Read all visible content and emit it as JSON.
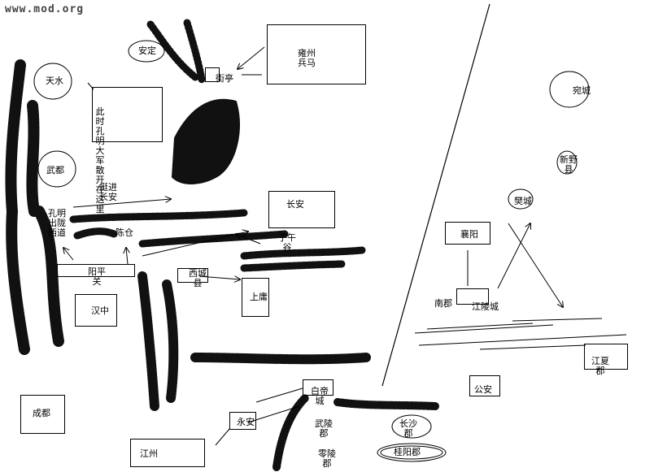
{
  "watermark": "www.mod.org",
  "colors": {
    "ink": "#000000",
    "terrain": "#111111",
    "background": "#ffffff"
  },
  "places": {
    "anding": "安定",
    "tianshui": "天水",
    "wudu": "武都",
    "jieting": "街亭",
    "yongzhou_troops": "雍州兵马",
    "army_scattered_note": "此时孔明大军散开在这里",
    "advance_changan": "挺进长安",
    "kongming_west": "孔明出陇西道",
    "chencang": "陈仓",
    "changan": "长安",
    "ziwu_valley": "子午谷",
    "yangpingguan": "阳平关",
    "xicheng": "西城县",
    "shangyong": "上庸",
    "hanzhong": "汉中",
    "chengdu": "成都",
    "jiangzhou": "江州",
    "yongan": "永安",
    "baidicheng": "白帝城",
    "wuling": "武陵郡",
    "lingling": "零陵郡",
    "changsha": "长沙郡",
    "guiyang": "桂阳郡",
    "gongan": "公安",
    "jiangxia": "江夏郡",
    "nanjun": "南郡",
    "jiangling": "江陵城",
    "xiangyang": "襄阳",
    "fancheng": "樊城",
    "xinye": "新野县",
    "wancheng": "宛城"
  }
}
